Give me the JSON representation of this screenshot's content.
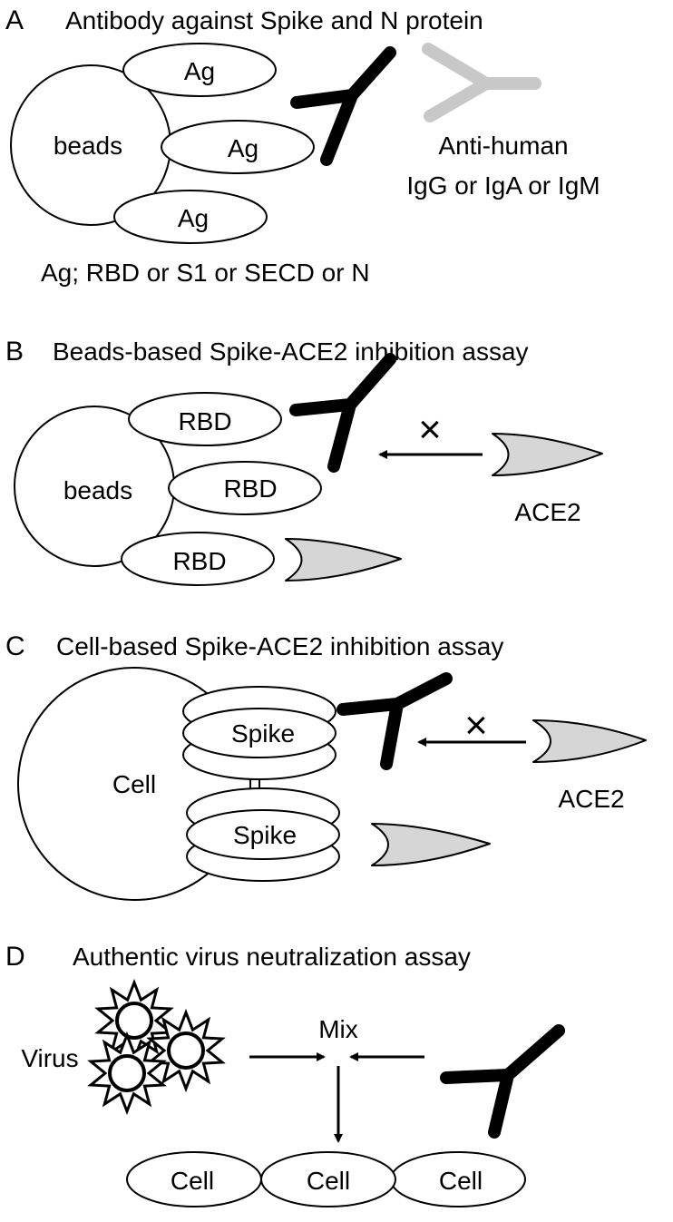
{
  "panelA": {
    "letter": "A",
    "title": "Antibody against Spike and N protein",
    "beads_label": "beads",
    "antigen_label": "Ag",
    "secondary_line1": "Anti-human",
    "secondary_line2": "IgG or IgA or IgM",
    "footnote": "Ag; RBD or S1 or SECD or N"
  },
  "panelB": {
    "letter": "B",
    "title": "Beads-based Spike-ACE2 inhibition assay",
    "beads_label": "beads",
    "rbd_label": "RBD",
    "ace2_label": "ACE2",
    "block_mark": "×"
  },
  "panelC": {
    "letter": "C",
    "title": "Cell-based Spike-ACE2 inhibition assay",
    "cell_label": "Cell",
    "spike_label": "Spike",
    "ace2_label": "ACE2",
    "block_mark": "×"
  },
  "panelD": {
    "letter": "D",
    "title": "Authentic virus neutralization assay",
    "virus_label": "Virus",
    "mix_label": "Mix",
    "cell_label": "Cell"
  }
}
